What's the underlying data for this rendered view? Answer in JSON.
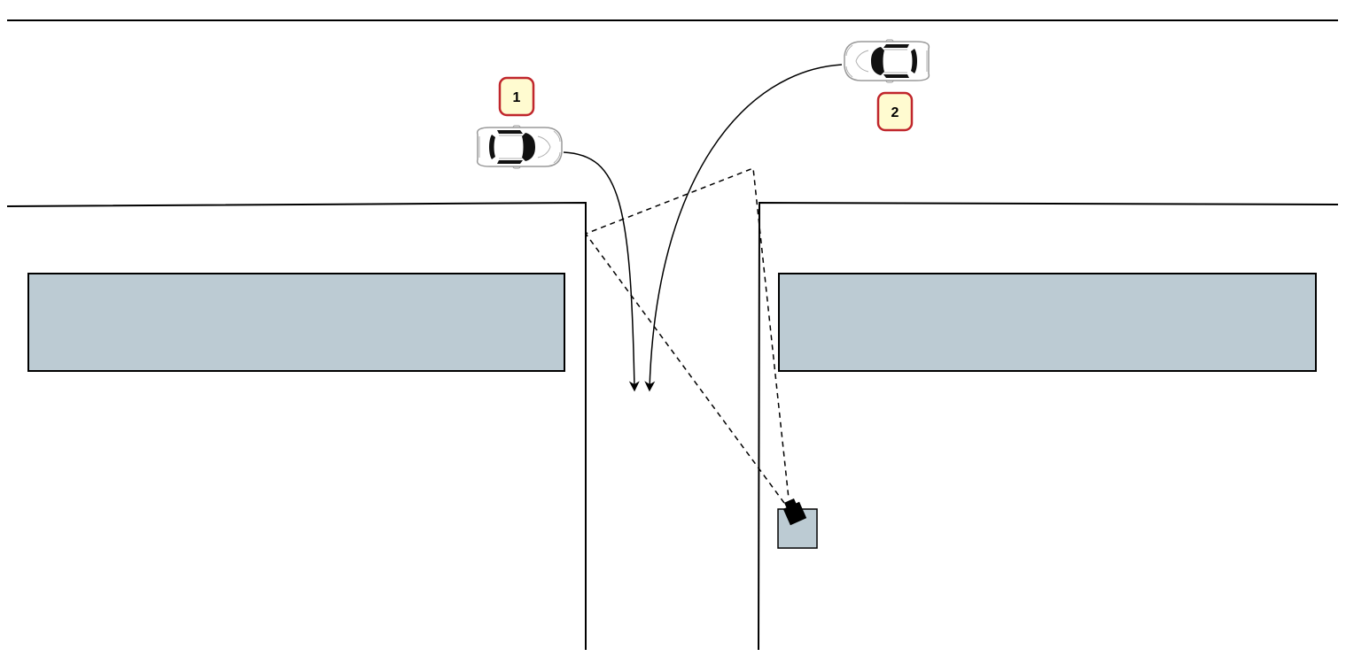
{
  "labels": [
    {
      "id": "1",
      "text": "1"
    },
    {
      "id": "2",
      "text": "2"
    }
  ],
  "colors": {
    "building_fill": "#bccbd3",
    "label_fill": "#fffbd0",
    "label_border": "#c0262c",
    "line": "#000000"
  },
  "icons": {
    "vehicle": "car-icon",
    "camera": "camera-icon"
  }
}
